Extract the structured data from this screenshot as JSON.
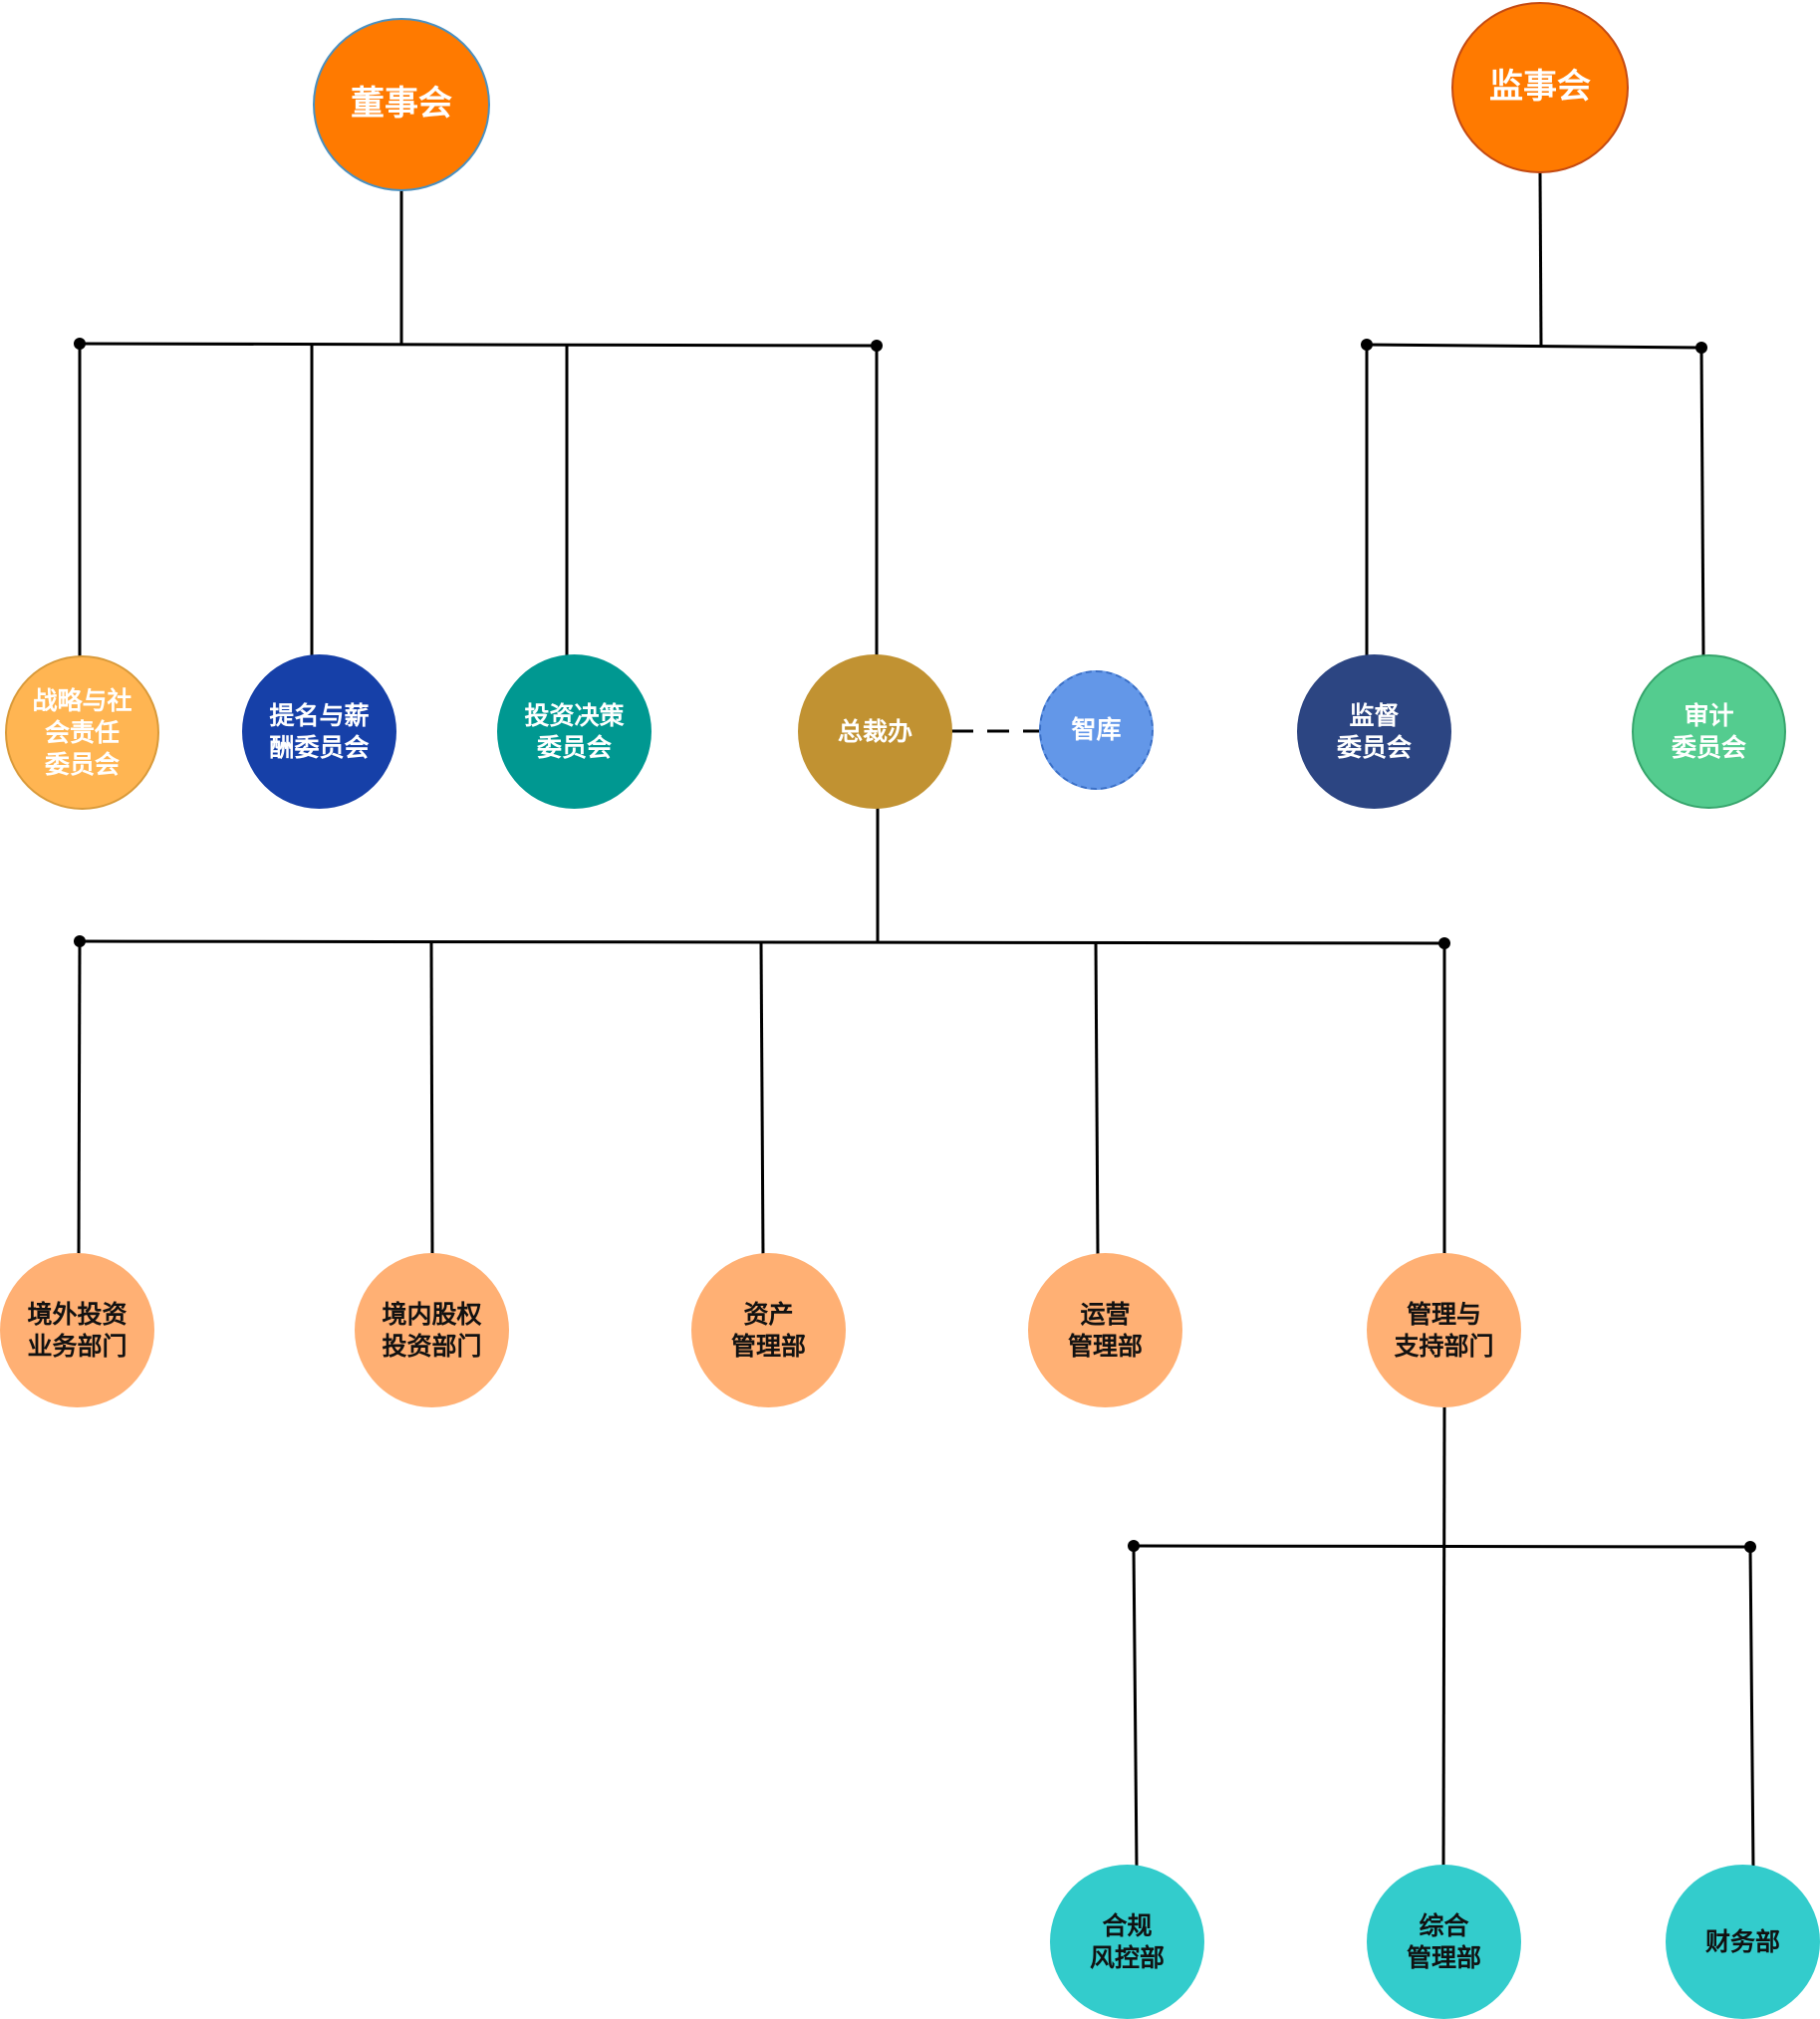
{
  "nodes": {
    "board": {
      "lines": [
        "董事会"
      ],
      "color": "#FF7A00"
    },
    "supervisory": {
      "lines": [
        "监事会"
      ],
      "color": "#FF7A00"
    },
    "strategy": {
      "lines": [
        "战略与社",
        "会责任",
        "委员会"
      ],
      "color": "#FFB552"
    },
    "nomination": {
      "lines": [
        "提名与薪",
        "酬委员会"
      ],
      "color": "#1640A8"
    },
    "investment_dec": {
      "lines": [
        "投资决策",
        "委员会"
      ],
      "color": "#009891"
    },
    "president": {
      "lines": [
        "总裁办"
      ],
      "color": "#C19232"
    },
    "think_tank": {
      "lines": [
        "智库"
      ],
      "color": "#6397E8"
    },
    "supervision": {
      "lines": [
        "监督",
        "委员会"
      ],
      "color": "#2C4582"
    },
    "audit": {
      "lines": [
        "审计",
        "委员会"
      ],
      "color": "#54CC8F"
    },
    "overseas": {
      "lines": [
        "境外投资",
        "业务部门"
      ],
      "color": "#FFB074"
    },
    "domestic": {
      "lines": [
        "境内股权",
        "投资部门"
      ],
      "color": "#FFB074"
    },
    "asset": {
      "lines": [
        "资产",
        "管理部"
      ],
      "color": "#FFB074"
    },
    "operations": {
      "lines": [
        "运营",
        "管理部"
      ],
      "color": "#FFB074"
    },
    "mgmt_support": {
      "lines": [
        "管理与",
        "支持部门"
      ],
      "color": "#FFB074"
    },
    "compliance": {
      "lines": [
        "合规",
        "风控部"
      ],
      "color": "#33CCCC"
    },
    "general": {
      "lines": [
        "综合",
        "管理部"
      ],
      "color": "#33CCCC"
    },
    "finance": {
      "lines": [
        "财务部"
      ],
      "color": "#33CCCC"
    }
  }
}
